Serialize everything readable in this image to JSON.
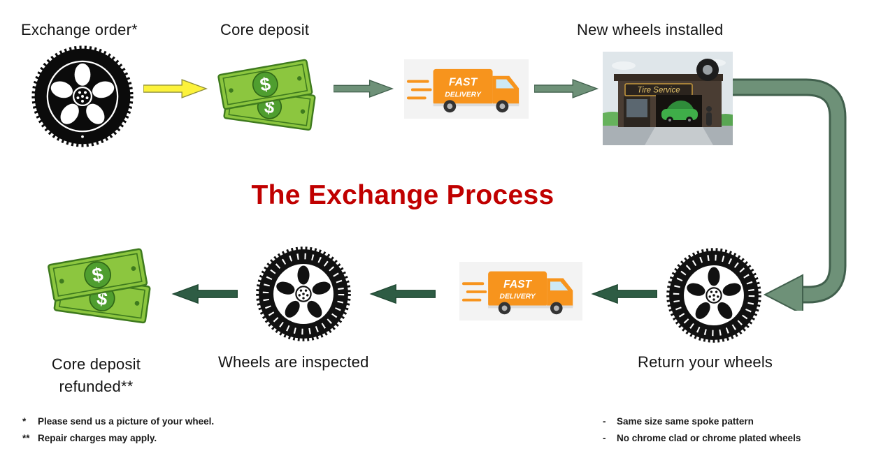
{
  "title": "The Exchange Process",
  "labels": {
    "exchange_order": "Exchange order*",
    "core_deposit": "Core deposit",
    "new_wheels_installed": "New wheels installed",
    "return_your_wheels": "Return your wheels",
    "wheels_are_inspected": "Wheels are inspected",
    "core_deposit_refunded_line1": "Core deposit",
    "core_deposit_refunded_line2": "refunded**"
  },
  "money": {
    "dollar_sign": "$"
  },
  "truck": {
    "line1": "FAST",
    "line2": "DELIVERY"
  },
  "shop": {
    "sign": "Tire Service"
  },
  "footnotes_left": [
    {
      "marker": "*",
      "text": "Please send us a picture of your wheel."
    },
    {
      "marker": "**",
      "text": "Repair charges may apply."
    }
  ],
  "footnotes_right": [
    {
      "marker": "-",
      "text": "Same size same spoke pattern"
    },
    {
      "marker": "-",
      "text": "No chrome clad or chrome plated wheels"
    }
  ],
  "colors": {
    "title": "#C00000",
    "arrow_yellow": "#FCF23B",
    "arrow_yellow_border": "#8F8F3A",
    "arrow_green": "#6E9178",
    "arrow_green_border": "#41604D",
    "arrow_dark_green": "#2E5C44",
    "arrow_dark_green_border": "#1F4731",
    "bill_green": "#8CC63F",
    "truck_orange": "#F7941D"
  }
}
